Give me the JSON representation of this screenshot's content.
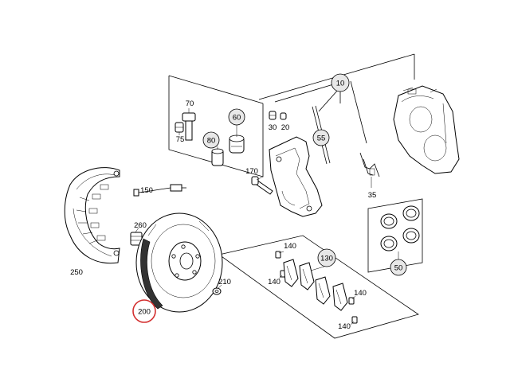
{
  "diagram": {
    "highlight_color": "#d32f2f",
    "highlighted_part": "200",
    "labels": {
      "p10": "10",
      "p20": "20",
      "p30": "30",
      "p35": "35",
      "p50": "50",
      "p55": "55",
      "p60": "60",
      "p70": "70",
      "p75": "75",
      "p80": "80",
      "p130": "130",
      "p140a": "140",
      "p140b": "140",
      "p140c": "140",
      "p140d": "140",
      "p150": "150",
      "p170": "170",
      "p200": "200",
      "p210": "210",
      "p250": "250",
      "p260": "260"
    }
  }
}
